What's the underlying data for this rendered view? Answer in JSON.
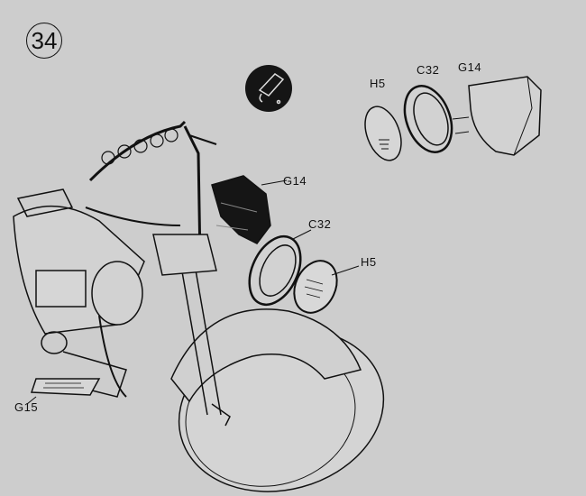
{
  "step_number": "34",
  "icons": {
    "glue": "cement-tube-icon"
  },
  "detail_view": {
    "labels": {
      "lens": "H5",
      "rim": "C32",
      "housing": "G14"
    }
  },
  "main_view": {
    "labels": {
      "housing": "G14",
      "rim": "C32",
      "lens": "H5",
      "footboard": "G15"
    }
  },
  "colors": {
    "background": "#cdcdcd",
    "ink": "#111111"
  }
}
